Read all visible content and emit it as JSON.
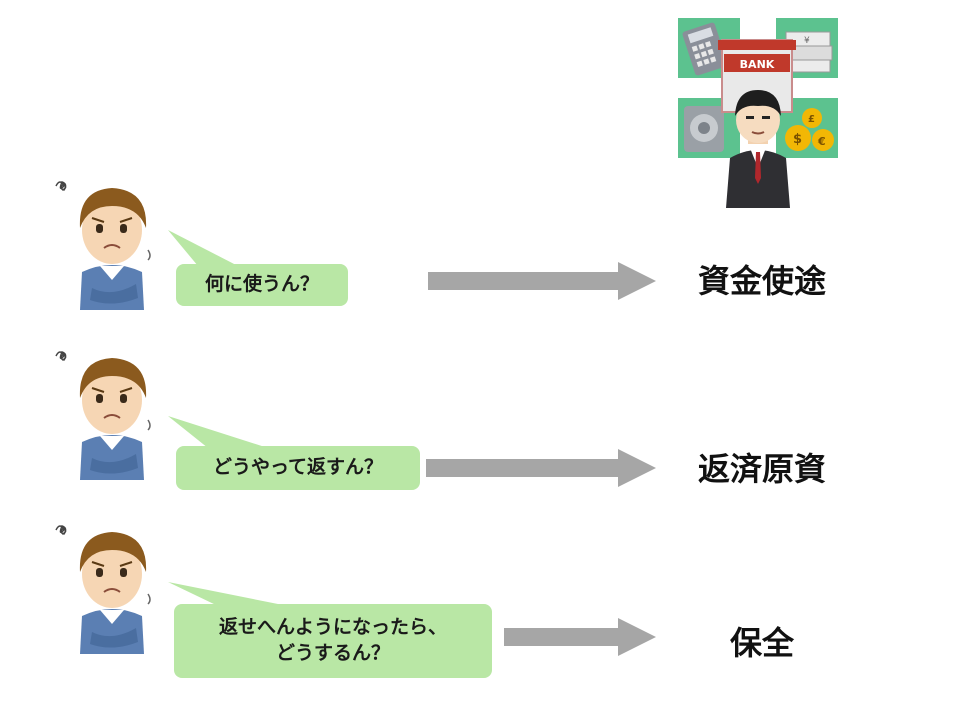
{
  "bank": {
    "sign": "BANK"
  },
  "rows": [
    {
      "question": "何に使うん？",
      "answer": "資金使途"
    },
    {
      "question": "どうやって返すん？",
      "answer": "返済原資"
    },
    {
      "question": "返せへんようになったら、\nどうするん？",
      "answer": "保全"
    }
  ],
  "colors": {
    "bubble": "#b9e7a5",
    "arrow": "#a6a6a6",
    "tile": "#5cc28f",
    "bank_red": "#c0392b"
  }
}
